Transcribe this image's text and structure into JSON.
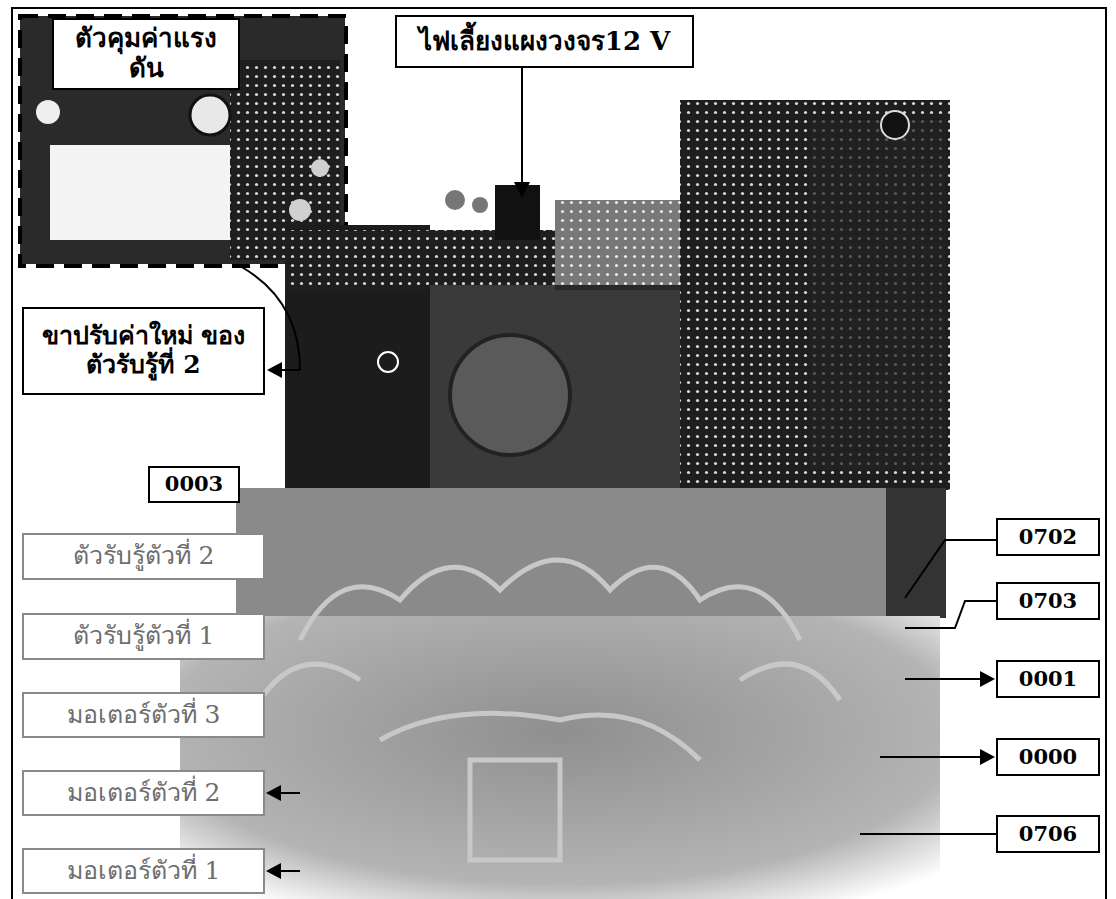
{
  "diagram": {
    "nodes": [
      {
        "text": [
          "ตัวคุมค่าแรงดัน"
        ]
      },
      {
        "text": [
          "ไฟเลี้ยงแผงวงจร12 V"
        ]
      },
      {
        "text": [
          "ขาปรับค่าใหม่ ของตัวรับรู้ที่ 2"
        ]
      },
      {
        "text": [
          "0003"
        ]
      },
      {
        "text": [
          "ตัวรับรู้ตัวที่ 2"
        ]
      },
      {
        "text": [
          "0702"
        ]
      },
      {
        "text": [
          "ตัวรับรู้ตัวที่ 1"
        ]
      },
      {
        "text": [
          "0703"
        ]
      },
      {
        "text": [
          "มอเตอร์ตัวที่ 3"
        ]
      },
      {
        "text": [
          "0001"
        ]
      },
      {
        "text": [
          "มอเตอร์ตัวที่ 2"
        ]
      },
      {
        "text": [
          "0000"
        ]
      },
      {
        "text": [
          "มอเตอร์ตัวที่ 1"
        ]
      },
      {
        "text": [
          "0706"
        ]
      }
    ]
  }
}
